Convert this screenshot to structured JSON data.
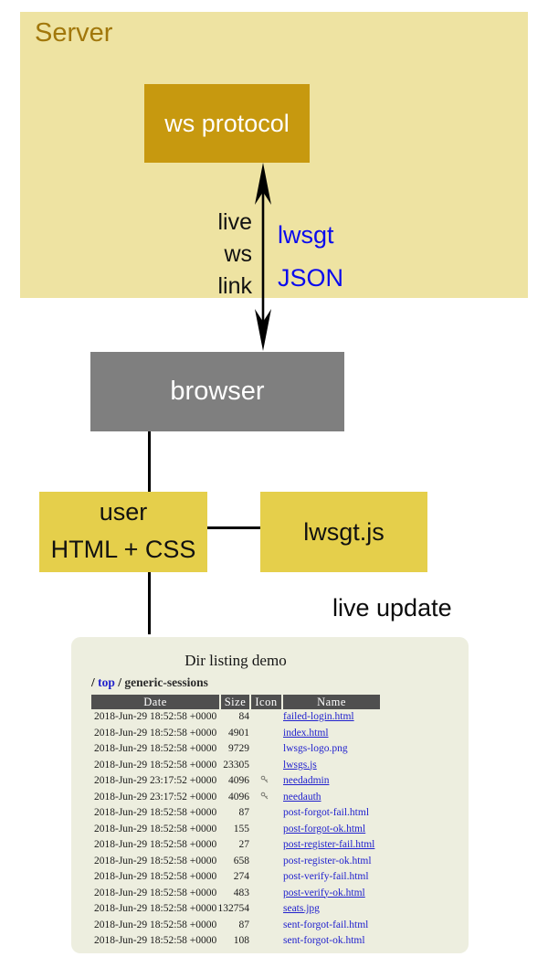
{
  "diagram": {
    "server": {
      "label": "Server"
    },
    "ws_protocol": {
      "label": "ws protocol"
    },
    "browser": {
      "label": "browser"
    },
    "user_box": {
      "line1": "user",
      "line2": "HTML + CSS"
    },
    "lwsgt_js": {
      "label": "lwsgt.js"
    },
    "arrow_left_lines": [
      "live",
      "ws",
      "link"
    ],
    "arrow_right_lines": [
      "lwsgt",
      "JSON"
    ],
    "live_update_label": "live update",
    "colors": {
      "server_bg": "#EEE3A2",
      "server_text": "#A1770B",
      "gold_box": "#C7990F",
      "gray_box": "#7F7F7F",
      "yellow_box": "#E5CF4B",
      "blue_label": "#0A0AEE",
      "demo_bg": "#EDEEDF",
      "table_header_bg": "#4F4F4F",
      "link_blue": "#2121CE"
    }
  },
  "demo": {
    "title": "Dir listing demo",
    "breadcrumb": {
      "root_slash": "/",
      "top_link": "top",
      "separator": "/",
      "current": "generic-sessions"
    },
    "table": {
      "headers": [
        "Date",
        "Size",
        "Icon",
        "Name"
      ],
      "rows": [
        {
          "date": "2018-Jun-29 18:52:58 +0000",
          "size": "84",
          "icon": "",
          "name": "failed-login.html",
          "underline": true
        },
        {
          "date": "2018-Jun-29 18:52:58 +0000",
          "size": "4901",
          "icon": "",
          "name": "index.html",
          "underline": true
        },
        {
          "date": "2018-Jun-29 18:52:58 +0000",
          "size": "9729",
          "icon": "",
          "name": "lwsgs-logo.png",
          "underline": false
        },
        {
          "date": "2018-Jun-29 18:52:58 +0000",
          "size": "23305",
          "icon": "",
          "name": "lwsgs.js",
          "underline": true
        },
        {
          "date": "2018-Jun-29 23:17:52 +0000",
          "size": "4096",
          "icon": "key-icon",
          "name": "needadmin",
          "underline": true
        },
        {
          "date": "2018-Jun-29 23:17:52 +0000",
          "size": "4096",
          "icon": "key-icon",
          "name": "needauth",
          "underline": true
        },
        {
          "date": "2018-Jun-29 18:52:58 +0000",
          "size": "87",
          "icon": "",
          "name": "post-forgot-fail.html",
          "underline": false
        },
        {
          "date": "2018-Jun-29 18:52:58 +0000",
          "size": "155",
          "icon": "",
          "name": "post-forgot-ok.html",
          "underline": true
        },
        {
          "date": "2018-Jun-29 18:52:58 +0000",
          "size": "27",
          "icon": "",
          "name": "post-register-fail.html",
          "underline": true
        },
        {
          "date": "2018-Jun-29 18:52:58 +0000",
          "size": "658",
          "icon": "",
          "name": "post-register-ok.html",
          "underline": false
        },
        {
          "date": "2018-Jun-29 18:52:58 +0000",
          "size": "274",
          "icon": "",
          "name": "post-verify-fail.html",
          "underline": false
        },
        {
          "date": "2018-Jun-29 18:52:58 +0000",
          "size": "483",
          "icon": "",
          "name": "post-verify-ok.html",
          "underline": true
        },
        {
          "date": "2018-Jun-29 18:52:58 +0000",
          "size": "132754",
          "icon": "",
          "name": "seats.jpg",
          "underline": true
        },
        {
          "date": "2018-Jun-29 18:52:58 +0000",
          "size": "87",
          "icon": "",
          "name": "sent-forgot-fail.html",
          "underline": false
        },
        {
          "date": "2018-Jun-29 18:52:58 +0000",
          "size": "108",
          "icon": "",
          "name": "sent-forgot-ok.html",
          "underline": false
        }
      ]
    }
  }
}
